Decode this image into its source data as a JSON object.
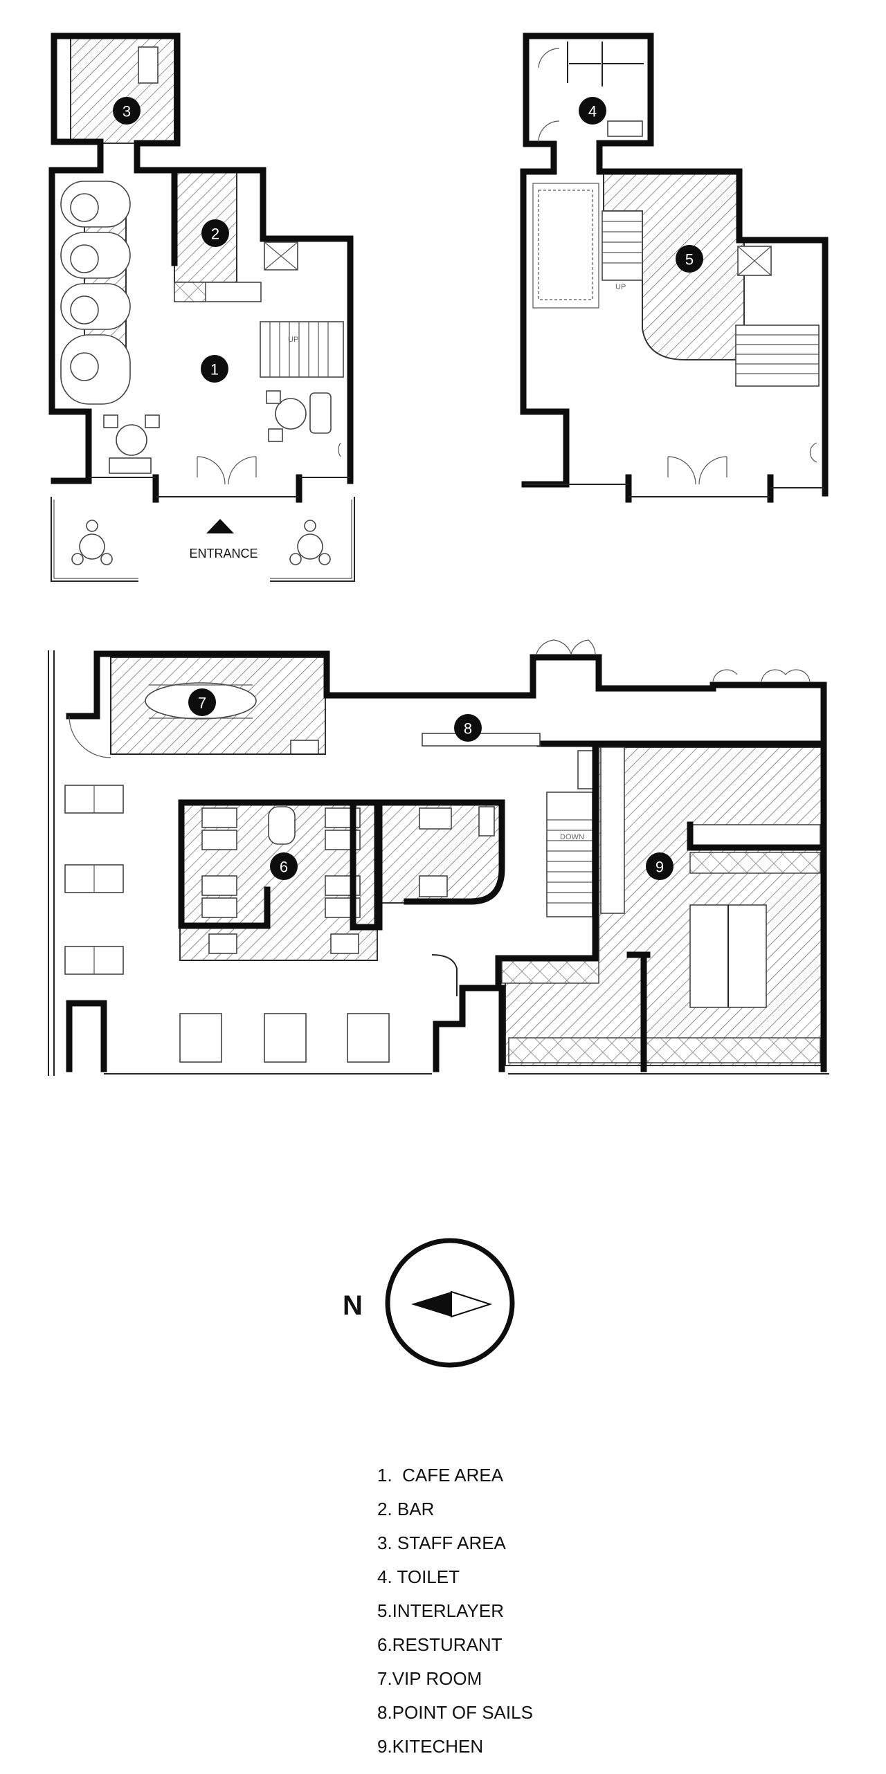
{
  "markers": {
    "m1": "1",
    "m2": "2",
    "m3": "3",
    "m4": "4",
    "m5": "5",
    "m6": "6",
    "m7": "7",
    "m8": "8",
    "m9": "9"
  },
  "labels": {
    "entrance": "ENTRANCE",
    "up_1": "UP",
    "up_2": "UP",
    "down": "DOWN"
  },
  "compass": {
    "north_label": "N"
  },
  "legend": {
    "items": [
      "1.  CAFE AREA",
      "2. BAR",
      "3. STAFF AREA",
      "4. TOILET",
      "5.INTERLAYER",
      "6.RESTURANT",
      "7.VIP ROOM",
      "8.POINT OF SAILS",
      "9.KITECHEN"
    ]
  },
  "colors": {
    "wall": "#0d0d0d",
    "hatch": "#444444",
    "background": "#ffffff"
  }
}
